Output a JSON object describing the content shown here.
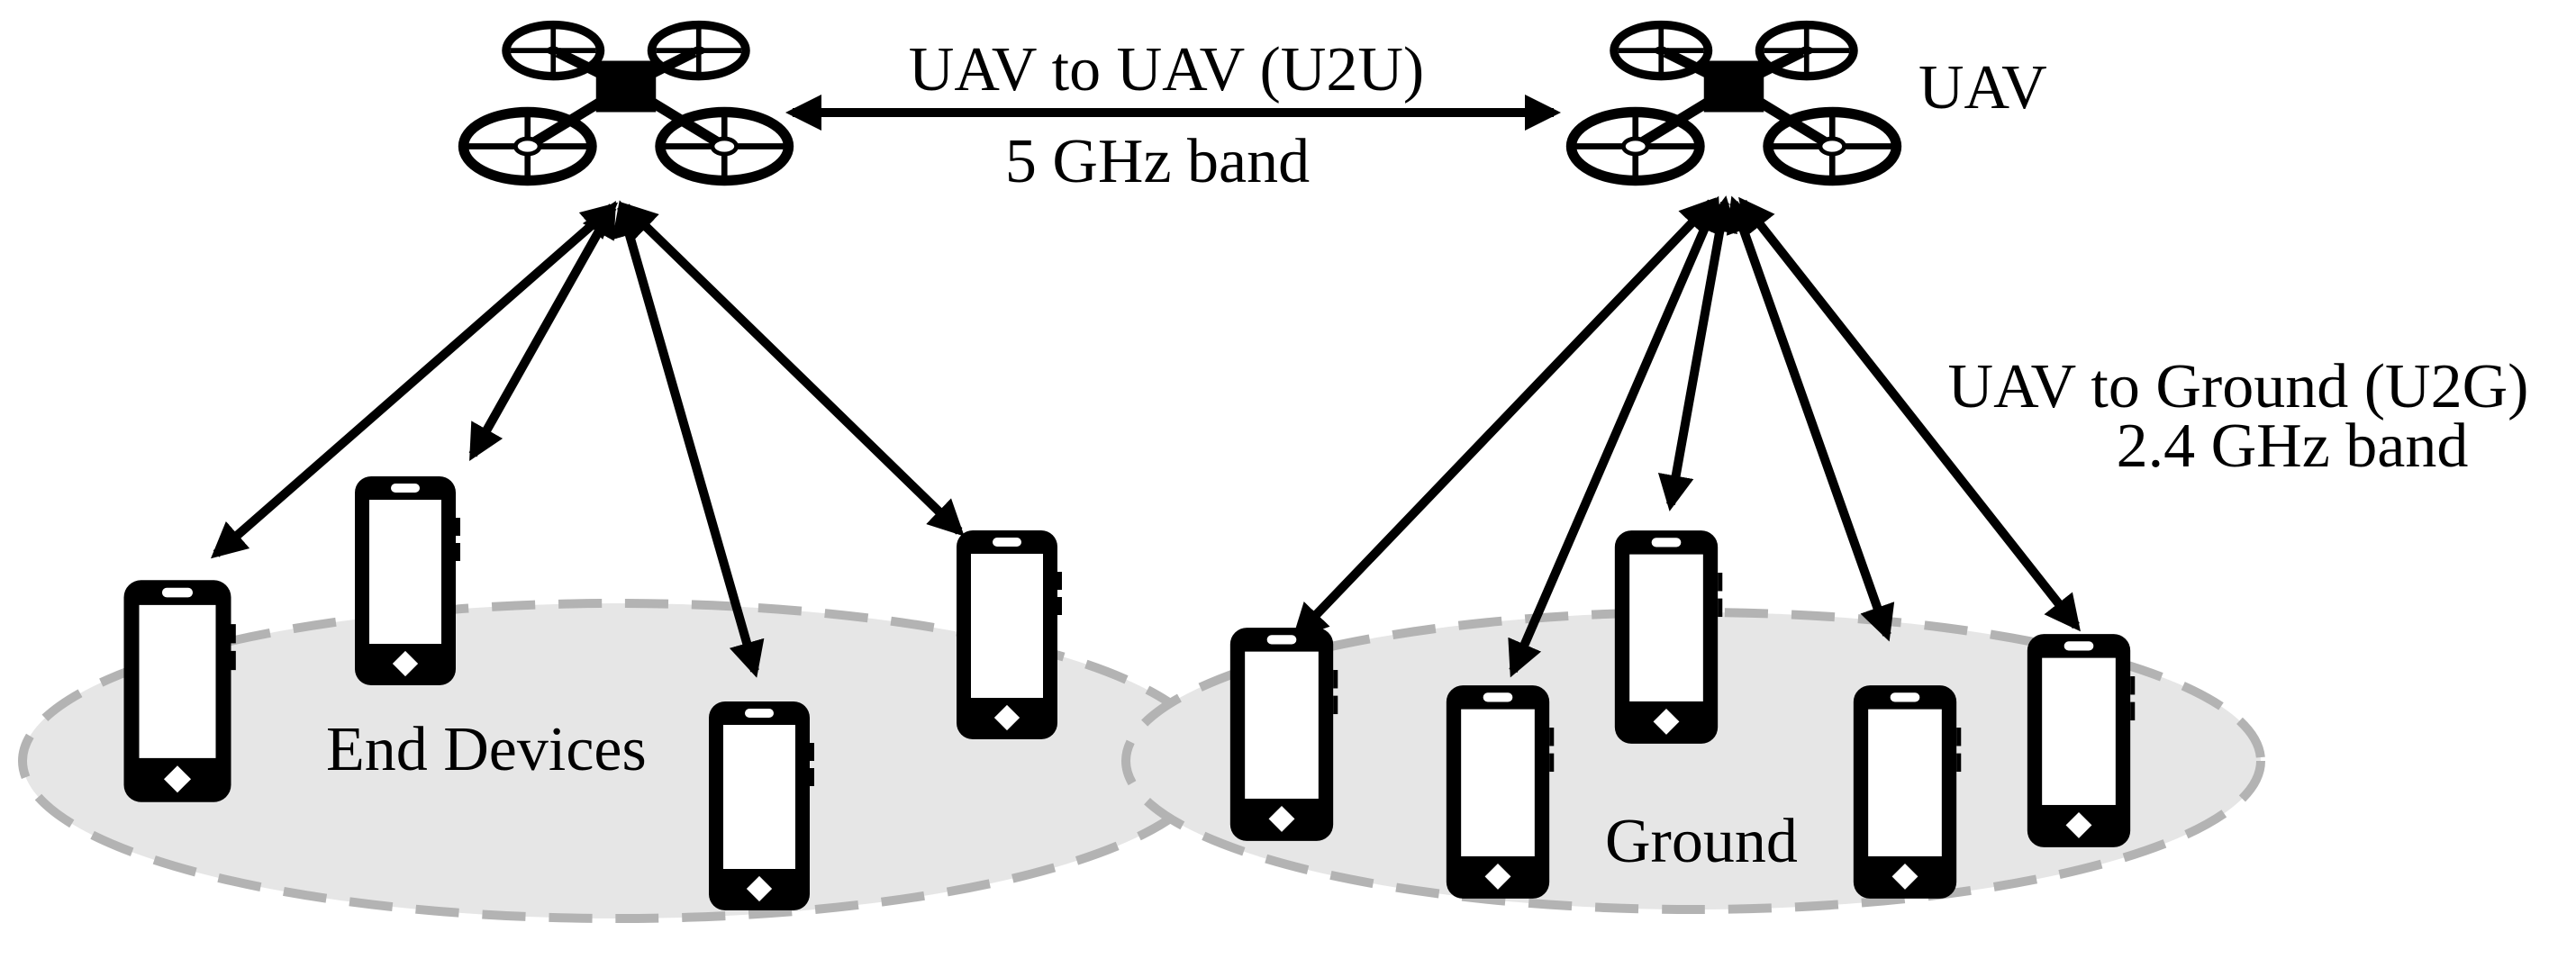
{
  "labels": {
    "u2u_line1": "UAV to UAV (U2U)",
    "u2u_line2": "5 GHz band",
    "uav": "UAV",
    "u2g_line1": "UAV to Ground (U2G)",
    "u2g_line2": "2.4 GHz band",
    "end_devices": "End Devices",
    "ground": "Ground"
  },
  "colors": {
    "ink": "#000000",
    "ellipse_fill": "#e6e6e6",
    "ellipse_stroke": "#b3b3b3"
  },
  "icons": {
    "uav": "drone-icon",
    "device": "smartphone-icon"
  }
}
